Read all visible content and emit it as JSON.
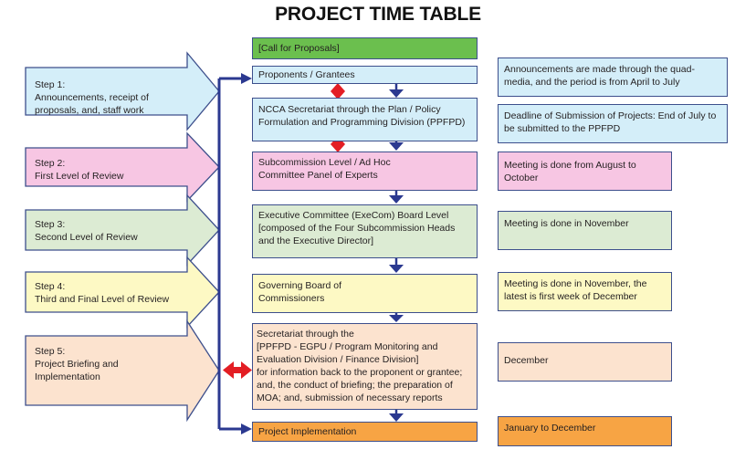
{
  "title": "PROJECT TIME TABLE",
  "colors": {
    "line": "#2b3990",
    "diamond": "#e31e24",
    "green": "#6bbf4e",
    "light_blue": "#d4eef9",
    "pink": "#f7c6e3",
    "light_green": "#dcebd3",
    "light_yellow": "#fdf9c4",
    "peach": "#fce3cf",
    "orange": "#f7a444"
  },
  "steps": [
    {
      "text": "Step 1:\nAnnouncements, receipt of\nproposals, and, staff work"
    },
    {
      "text": "Step 2:\nFirst Level of Review"
    },
    {
      "text": "Step 3:\nSecond Level of Review"
    },
    {
      "text": "Step 4:\nThird and Final Level of Review"
    },
    {
      "text": "Step 5:\nProject Briefing and\nImplementation"
    }
  ],
  "process": [
    {
      "text": "[Call for Proposals]"
    },
    {
      "text": "Proponents / Grantees"
    },
    {
      "text": "NCCA Secretariat through the Plan / Policy\nFormulation and Programming Division (PPFPD)"
    },
    {
      "text": "Subcommission Level / Ad Hoc\nCommittee Panel of Experts"
    },
    {
      "text": "Executive Committee (ExeCom) Board Level\n[composed of the Four Subcommission Heads\nand the Executive Director]"
    },
    {
      "text": "Governing Board of\nCommissioners"
    },
    {
      "text": "Secretariat through the\n[PPFPD  - EGPU / Program Monitoring and\nEvaluation Division / Finance Division]\nfor information back to the proponent or grantee;\nand, the conduct of briefing; the preparation of\nMOA; and, submission of necessary reports"
    },
    {
      "text": "Project Implementation"
    }
  ],
  "timing": [
    {
      "text": "Announcements are made through the quad-\nmedia, and the period is from April to July"
    },
    {
      "text": "Deadline of Submission of Projects: End of July to\nbe submitted to the PPFPD"
    },
    {
      "text": "Meeting is done from August to\nOctober"
    },
    {
      "text": "Meeting is done in November"
    },
    {
      "text": "Meeting is done in November, the\nlatest is first week of December"
    },
    {
      "text": "December"
    },
    {
      "text": "January to December"
    }
  ]
}
